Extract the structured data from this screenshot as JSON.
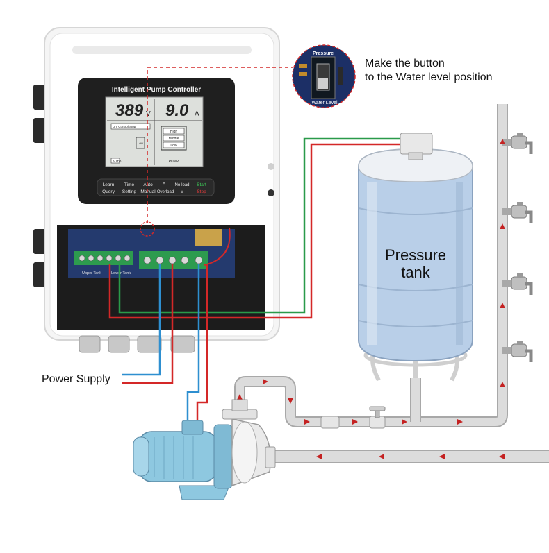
{
  "controller": {
    "title": "Intelligent Pump Controller",
    "voltage": "389",
    "voltage_unit": "V",
    "current": "9.0",
    "current_unit": "A",
    "lcd_mode": "Dry Control Stop",
    "lcd_levels": [
      "High",
      "Middle",
      "Low"
    ],
    "lcd_low_tag": "Low",
    "lcd_auto": "AUTO",
    "lcd_pump": "PUMP",
    "buttons_top": [
      "Learn",
      "Time",
      "Auto",
      "^",
      "No-load",
      "Start"
    ],
    "buttons_bottom": [
      "Query",
      "Setting",
      "Manual",
      "Overload",
      "v",
      "Stop"
    ],
    "terminal_upper": "Upper Tank",
    "terminal_lower": "Lower Tank"
  },
  "callout": {
    "switch_top": "Pressure",
    "switch_bottom": "Water Level",
    "text_line1": "Make the button",
    "text_line2": "to the Water level position"
  },
  "tank": {
    "line1": "Pressure",
    "line2": "tank"
  },
  "labels": {
    "power_supply": "Power Supply"
  },
  "colors": {
    "tank_blue": "#b9cfe8",
    "pipe_grey": "#d0d0d0",
    "wire_red": "#d42828",
    "wire_green": "#2a9a4a",
    "wire_blue": "#2e8fd0",
    "arrow_red": "#c42222",
    "pump_blue": "#8ec8e0",
    "lcd_bg": "#dde0dc",
    "panel_dark": "#1f1f1f"
  }
}
